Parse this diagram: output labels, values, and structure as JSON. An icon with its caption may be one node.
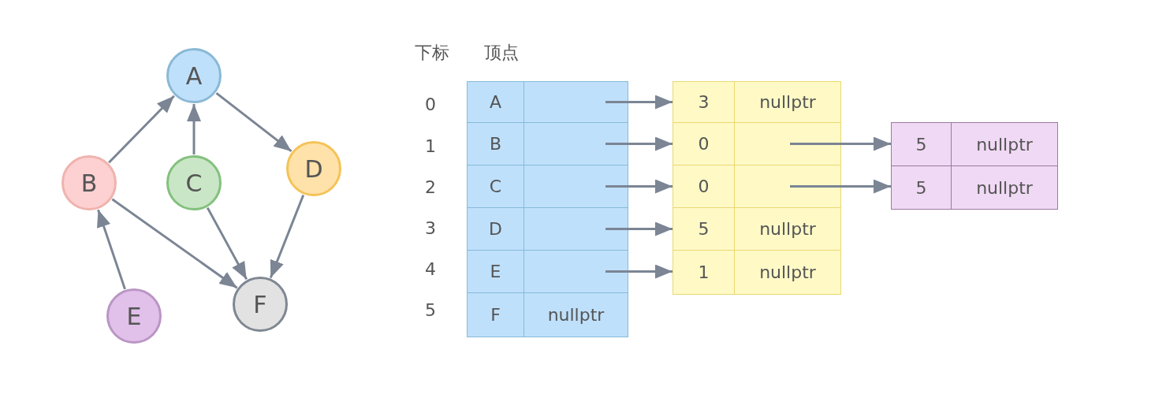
{
  "diagram": {
    "nodes": [
      {
        "text": [
          "A"
        ]
      },
      {
        "text": [
          "B"
        ]
      },
      {
        "text": [
          "C"
        ]
      },
      {
        "text": [
          "D"
        ]
      },
      {
        "text": [
          "E"
        ]
      },
      {
        "text": [
          "F"
        ]
      },
      {
        "text": [
          "A"
        ]
      },
      {
        "text": [],
        "shape": "box"
      },
      {
        "text": [
          "B"
        ]
      },
      {
        "text": [],
        "shape": "box"
      },
      {
        "text": [
          "C"
        ]
      },
      {
        "text": [],
        "shape": "box"
      },
      {
        "text": [
          "D"
        ]
      },
      {
        "text": [],
        "shape": "box"
      },
      {
        "text": [
          "E"
        ]
      },
      {
        "text": [],
        "shape": "box"
      },
      {
        "text": [
          "F"
        ]
      },
      {
        "text": [
          "nullptr"
        ]
      },
      {
        "text": [
          "3"
        ]
      },
      {
        "text": [
          "nullptr"
        ]
      },
      {
        "text": [
          "0"
        ]
      },
      {
        "text": [],
        "shape": "box"
      },
      {
        "text": [
          "0"
        ]
      },
      {
        "text": [],
        "shape": "box"
      },
      {
        "text": [
          "5"
        ]
      },
      {
        "text": [
          "nullptr"
        ]
      },
      {
        "text": [
          "1"
        ]
      },
      {
        "text": [
          "nullptr"
        ]
      },
      {
        "text": [
          "5"
        ]
      },
      {
        "text": [
          "nullptr"
        ]
      },
      {
        "text": [
          "5"
        ]
      },
      {
        "text": [
          "nullptr"
        ]
      }
    ],
    "edges": [
      {
        "from": 1,
        "to": 0,
        "arrow": "to"
      },
      {
        "from": 2,
        "to": 0,
        "arrow": "to"
      },
      {
        "from": 0,
        "to": 3,
        "arrow": "to"
      },
      {
        "from": 1,
        "to": 5,
        "arrow": "to"
      },
      {
        "from": 2,
        "to": 5,
        "arrow": "to"
      },
      {
        "from": 3,
        "to": 5,
        "arrow": "to"
      },
      {
        "from": 4,
        "to": 1,
        "arrow": "to"
      },
      {
        "from": 7,
        "to": 18,
        "arrow": "to"
      },
      {
        "from": 9,
        "to": 20,
        "arrow": "to"
      },
      {
        "from": 11,
        "to": 22,
        "arrow": "to"
      },
      {
        "from": 13,
        "to": 24,
        "arrow": "to"
      },
      {
        "from": 15,
        "to": 26,
        "arrow": "to"
      },
      {
        "from": 21,
        "to": 28,
        "arrow": "to"
      },
      {
        "from": 23,
        "to": 30,
        "arrow": "to"
      }
    ],
    "labels": [
      "下标",
      "顶点",
      "0",
      "1",
      "2",
      "3",
      "4",
      "5"
    ]
  }
}
